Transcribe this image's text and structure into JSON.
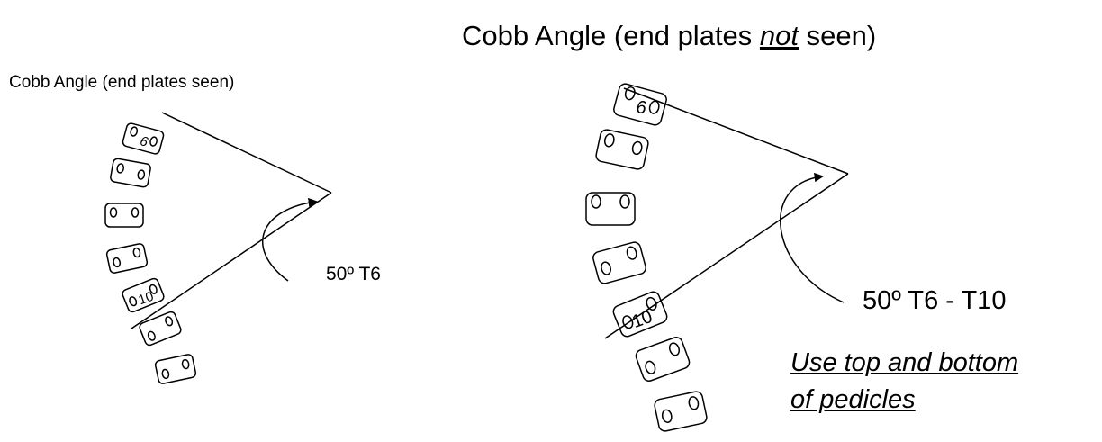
{
  "titles": {
    "left": "Cobb Angle (end plates seen)",
    "right_prefix": "Cobb Angle (end plates ",
    "right_emphasis": "not",
    "right_suffix": " seen)"
  },
  "left_diagram": {
    "angle_label": "50º  T6",
    "vertebra_labels": {
      "top": "6",
      "bottom": "10"
    }
  },
  "right_diagram": {
    "angle_label": "50º  T6 - T10",
    "vertebra_labels": {
      "top": "6",
      "bottom": "10"
    },
    "note_line1": "Use top and bottom",
    "note_line2": "of pedicles"
  }
}
